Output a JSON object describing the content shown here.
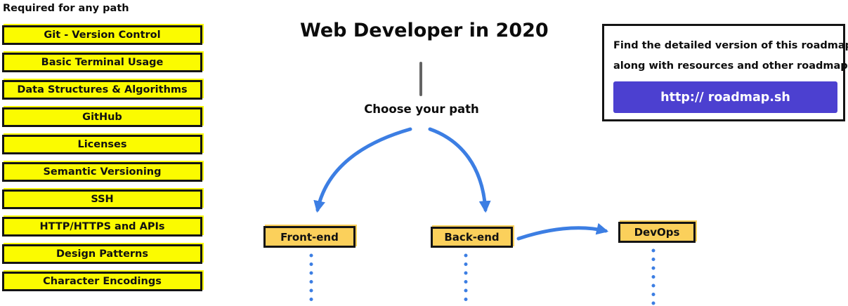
{
  "page": {
    "title": "Web Developer in 2020",
    "subtitle": "Choose your path"
  },
  "required_section": {
    "heading": "Required for any path",
    "items": [
      "Git - Version Control",
      "Basic Terminal Usage",
      "Data Structures & Algorithms",
      "GitHub",
      "Licenses",
      "Semantic Versioning",
      "SSH",
      "HTTP/HTTPS and APIs",
      "Design Patterns",
      "Character Encodings"
    ]
  },
  "path_nodes": {
    "frontend": "Front-end",
    "backend": "Back-end",
    "devops": "DevOps"
  },
  "info_box": {
    "line1": "Find the detailed version of this roadmap",
    "line2": "along with resources and other roadmaps",
    "button_label": "http:// roadmap.sh"
  },
  "colors": {
    "highlight_yellow": "#FBFB00",
    "node_orange": "#FBD05B",
    "arrow_blue": "#3C7EE3",
    "button_purple": "#4C40D0",
    "stem_gray": "#646464",
    "outline_black": "#141414"
  }
}
